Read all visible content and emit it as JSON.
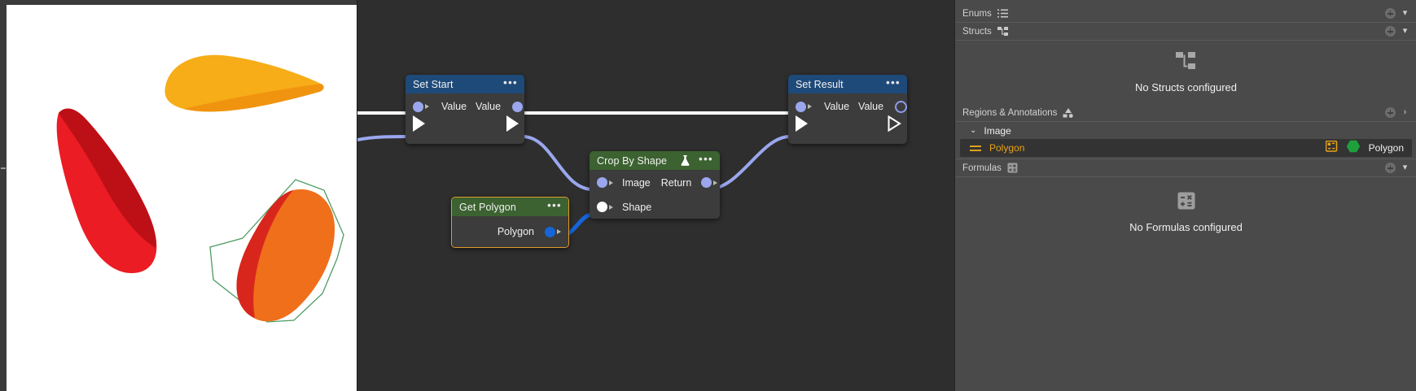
{
  "app": {
    "background": "#2b2b2b",
    "canvas_bg": "#2e2e2e",
    "sidebar_bg": "#4a4a4a"
  },
  "preview": {
    "name": "image-preview",
    "background": "#ffffff",
    "shapes": [
      {
        "name": "yellow-petal",
        "fill": "#f6ad17",
        "shade": "#f09410"
      },
      {
        "name": "red-petal",
        "fill": "#ec1c24",
        "shade": "#bd1016"
      },
      {
        "name": "orange-petal",
        "fill": "#ef6f1b",
        "shade": "#d8261d"
      }
    ],
    "annotation": {
      "name": "polygon-outline",
      "stroke": "#4f9b63"
    }
  },
  "graph": {
    "nodes": [
      {
        "id": "set-start",
        "title": "Set Start",
        "menu": "•••",
        "header_color": "#1e4a7a",
        "selected": false,
        "inputs": [
          {
            "label": "Value",
            "pin": "lavender"
          }
        ],
        "outputs": [
          {
            "label": "Value",
            "pin": "lavender"
          }
        ]
      },
      {
        "id": "get-polygon",
        "title": "Get Polygon",
        "menu": "•••",
        "header_color": "#3b6230",
        "selected": true,
        "inputs": [],
        "outputs": [
          {
            "label": "Polygon",
            "pin": "blue"
          }
        ]
      },
      {
        "id": "crop-by-shape",
        "title": "Crop By Shape",
        "menu": "•••",
        "header_color": "#3b6230",
        "selected": false,
        "icon": "flask-icon",
        "inputs": [
          {
            "label": "Image",
            "pin": "lavender"
          },
          {
            "label": "Shape",
            "pin": "white"
          }
        ],
        "outputs": [
          {
            "label": "Return",
            "pin": "lavender"
          }
        ]
      },
      {
        "id": "set-result",
        "title": "Set Result",
        "menu": "•••",
        "header_color": "#1e4a7a",
        "selected": false,
        "inputs": [
          {
            "label": "Value",
            "pin": "lavender"
          }
        ],
        "outputs": [
          {
            "label": "Value",
            "pin": "hollow"
          }
        ]
      }
    ],
    "wire_colors": {
      "exec": "#ffffff",
      "data": "#9aa7ee",
      "polygon": "#1565d8"
    }
  },
  "sidebar": {
    "sections": [
      {
        "name": "Enums",
        "icon": "list-numbered-icon",
        "collapse": "▾"
      },
      {
        "name": "Structs",
        "icon": "struct-tree-icon",
        "collapse": "▾"
      },
      {
        "name": "Regions & Annotations",
        "icon": "shapes-icon",
        "collapse": "▾"
      },
      {
        "name": "Formulas",
        "icon": "calculator-icon",
        "collapse": "▾"
      }
    ],
    "structs_empty": {
      "text": "No Structs configured",
      "icon": "struct-tree-icon"
    },
    "formulas_empty": {
      "text": "No Formulas configured",
      "icon": "calculator-icon"
    },
    "regions": {
      "group": {
        "label": "Image",
        "chevron": "⌄"
      },
      "items": [
        {
          "name": "Polygon",
          "type": "Polygon",
          "color": "#e8a317",
          "type_icon": "polygon-link-icon",
          "shape_icon": "hexagon-icon",
          "shape_color": "#1ea03c"
        }
      ]
    }
  }
}
